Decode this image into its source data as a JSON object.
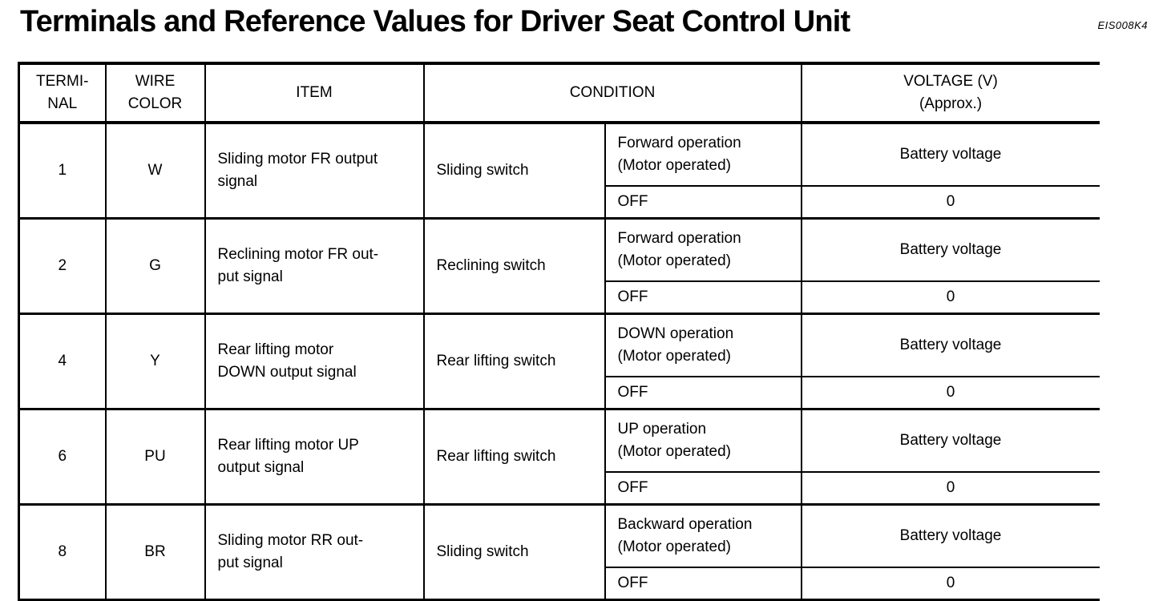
{
  "page": {
    "title": "Terminals and Reference Values for Driver Seat Control Unit",
    "code": "EIS008K4",
    "ink_color": "#000000",
    "paper_color": "#ffffff"
  },
  "table": {
    "headers": {
      "terminal": "TERMI-\nNAL",
      "wire_color": "WIRE\nCOLOR",
      "item": "ITEM",
      "condition": "CONDITION",
      "voltage": "VOLTAGE (V)\n(Approx.)"
    },
    "rows": [
      {
        "terminal": "1",
        "wire_color": "W",
        "item": "Sliding motor FR output\nsignal",
        "switch": "Sliding switch",
        "sub_rows": [
          {
            "condition": "Forward operation\n(Motor operated)",
            "voltage": "Battery voltage"
          },
          {
            "condition": "OFF",
            "voltage": "0"
          }
        ]
      },
      {
        "terminal": "2",
        "wire_color": "G",
        "item": "Reclining motor FR out-\nput signal",
        "switch": "Reclining switch",
        "sub_rows": [
          {
            "condition": "Forward operation\n(Motor operated)",
            "voltage": "Battery voltage"
          },
          {
            "condition": "OFF",
            "voltage": "0"
          }
        ]
      },
      {
        "terminal": "4",
        "wire_color": "Y",
        "item": "Rear lifting motor\nDOWN output signal",
        "switch": "Rear lifting switch",
        "sub_rows": [
          {
            "condition": "DOWN operation\n(Motor operated)",
            "voltage": "Battery voltage"
          },
          {
            "condition": "OFF",
            "voltage": "0"
          }
        ]
      },
      {
        "terminal": "6",
        "wire_color": "PU",
        "item": "Rear lifting motor UP\noutput signal",
        "switch": "Rear lifting switch",
        "sub_rows": [
          {
            "condition": "UP operation\n(Motor operated)",
            "voltage": "Battery voltage"
          },
          {
            "condition": "OFF",
            "voltage": "0"
          }
        ]
      },
      {
        "terminal": "8",
        "wire_color": "BR",
        "item": "Sliding motor RR out-\nput signal",
        "switch": "Sliding switch",
        "sub_rows": [
          {
            "condition": "Backward operation\n(Motor operated)",
            "voltage": "Battery voltage"
          },
          {
            "condition": "OFF",
            "voltage": "0"
          }
        ]
      }
    ]
  }
}
